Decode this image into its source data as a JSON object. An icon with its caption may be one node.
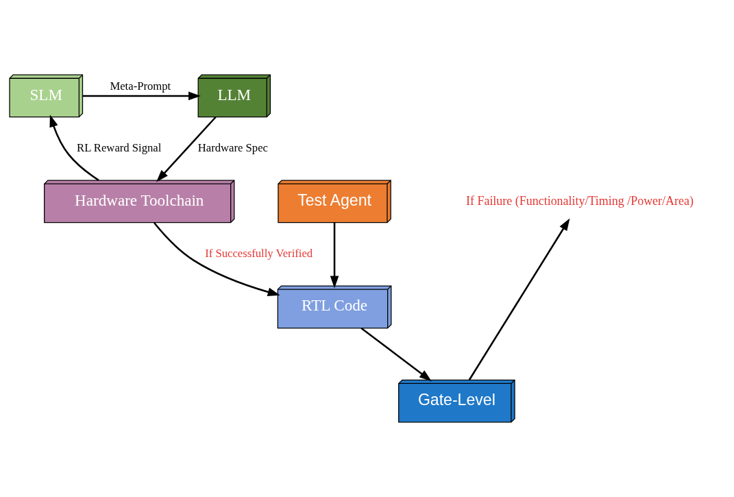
{
  "diagram": {
    "nodes": [
      {
        "text": [
          "LLM"
        ]
      },
      {
        "text": [
          "SLM"
        ]
      },
      {
        "text": [
          "Hardware Toolchain"
        ]
      },
      {
        "text": [
          "Test Agent"
        ]
      },
      {
        "text": [
          "If Failure (Functionality/Timing /Power/Area)"
        ]
      },
      {
        "text": [
          "RTL Code"
        ]
      },
      {
        "text": [
          "Gate-Level"
        ]
      }
    ],
    "edges": [
      {
        "from": 1,
        "to": 0,
        "arrow": "to",
        "label": "Meta-Prompt"
      },
      {
        "from": 0,
        "to": 2,
        "arrow": "to",
        "label": "Hardware Spec"
      },
      {
        "from": 2,
        "to": 1,
        "arrow": "to",
        "label": "RL Reward Signal"
      },
      {
        "from": 2,
        "to": 5,
        "arrow": "to",
        "label": "If Successfully Verified"
      },
      {
        "from": 3,
        "to": 5,
        "arrow": "to"
      },
      {
        "from": 5,
        "to": 6,
        "arrow": "to"
      },
      {
        "from": 6,
        "to": 4,
        "arrow": "to"
      }
    ]
  }
}
